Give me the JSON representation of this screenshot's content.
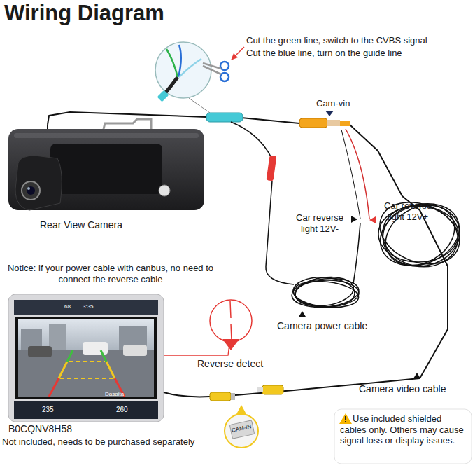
{
  "diagram": {
    "title": "Wiring Diagram",
    "nodes": [
      {
        "text": [
          "Rear View Camera"
        ]
      },
      {
        "text": [
          "B0CQNV8H58",
          "Not included, needs to be purchased separately"
        ]
      },
      {
        "text": [
          "Use included shielded cables only. Others may cause signal loss or display issues."
        ]
      }
    ],
    "edges": [
      {
        "from": 0,
        "to": 1,
        "arrow": "none"
      }
    ],
    "labels": [
      "Cut the green line, switch to the CVBS signal",
      "Cut the blue line, turn on the guide line",
      "Cam-vin",
      "Car reverse light 12V-",
      "Car reverse light 12V+",
      "Camera power cable",
      "Notice: if your power cable with canbus, no need to connect the reverse cable",
      "Reverse detect",
      "Camera video cable",
      "CAM-IN",
      "Dasaita",
      "68",
      "3:35",
      "235",
      "260"
    ]
  }
}
